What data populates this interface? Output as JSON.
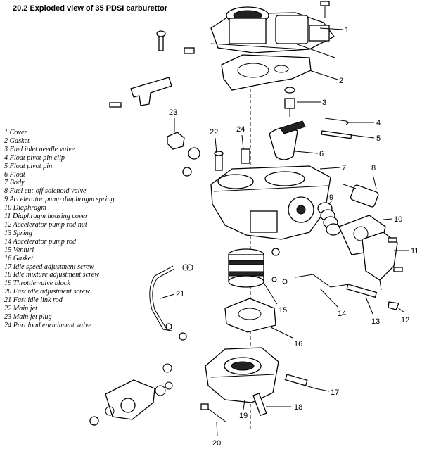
{
  "caption": "20.2 Exploded view of 35 PDSI carburettor",
  "legend": [
    "1 Cover",
    "2 Gasket",
    "3 Fuel inlet needle valve",
    "4 Float pivot pin clip",
    "5 Float pivot pin",
    "6 Float",
    "7 Body",
    "8 Fuel cut-off solenoid valve",
    "9 Accelerator pump diaphragm spring",
    "10 Diaphragm",
    "11 Diaphragm housing cover",
    "12 Accelerator pump rod nut",
    "13 Spring",
    "14 Accelerator pump rod",
    "15 Venturi",
    "16 Gasket",
    "17 Idle speed adjustment screw",
    "18 Idle mixture adjustment screw",
    "19 Throttle valve block",
    "20 Fast idle adjustment screw",
    "21 Fast idle link rod",
    "22 Main jet",
    "23 Main jet plug",
    "24 Part load enrichment valve"
  ],
  "callouts": [
    "1",
    "2",
    "3",
    "4",
    "5",
    "6",
    "7",
    "8",
    "9",
    "10",
    "11",
    "12",
    "13",
    "14",
    "15",
    "16",
    "17",
    "18",
    "19",
    "20",
    "21",
    "22",
    "23",
    "24"
  ]
}
